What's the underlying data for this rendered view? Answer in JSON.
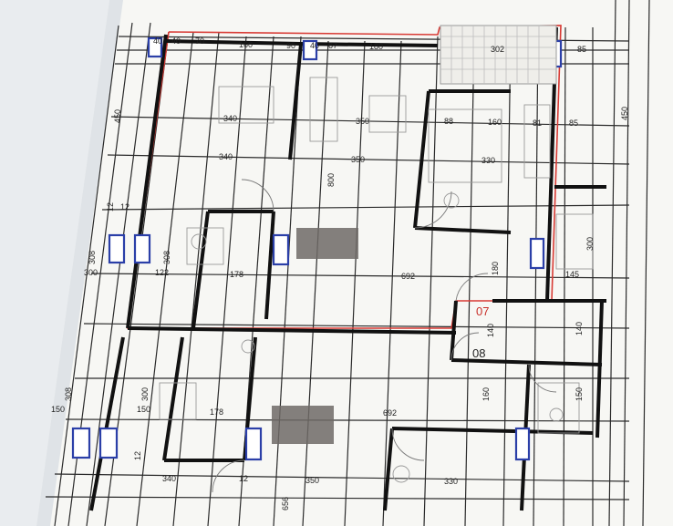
{
  "plan": {
    "units": [
      {
        "label": "07",
        "color": "#c8302a"
      },
      {
        "label": "08",
        "color": "#222222"
      }
    ],
    "dimensions_top": [
      "40",
      "40",
      "70",
      "160",
      "90",
      "40",
      "67",
      "180",
      "302",
      "85"
    ],
    "dimensions_row1": [
      "340",
      "350",
      "88",
      "160",
      "81",
      "85"
    ],
    "dimensions_row2": [
      "340",
      "350",
      "330"
    ],
    "dimensions_mid": [
      "12",
      "122",
      "178",
      "692",
      "150",
      "145",
      "150",
      "178",
      "692"
    ],
    "dimensions_bottom": [
      "340",
      "12",
      "350",
      "330"
    ],
    "dimensions_vertical": [
      "450",
      "308",
      "12",
      "308",
      "300",
      "800",
      "180",
      "140",
      "140",
      "160",
      "150",
      "308",
      "300",
      "12",
      "300",
      "656",
      "450"
    ],
    "colors": {
      "wall": "#222222",
      "unit_outline": "#d83a34",
      "window": "#2b3fa8",
      "table": "#6f6a66",
      "paper": "#f7f7f4"
    }
  }
}
